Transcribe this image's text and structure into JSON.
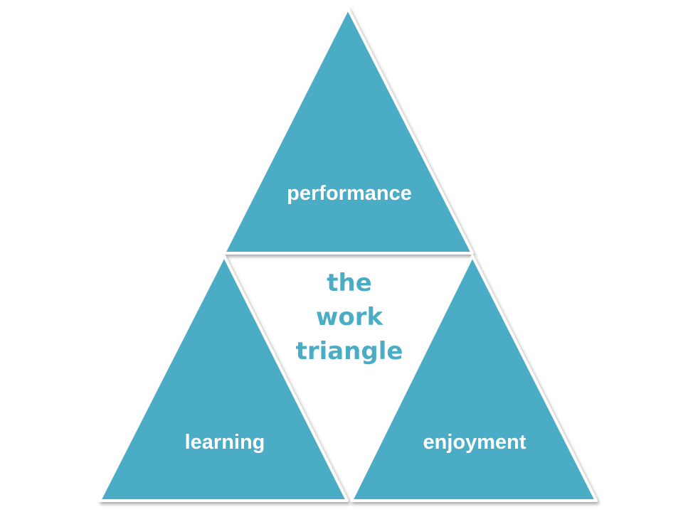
{
  "diagram": {
    "colors": {
      "fill": "#4BACC6",
      "stroke": "#ffffff",
      "center_text": "#4BACC6"
    },
    "triangles": {
      "top": {
        "label": "performance"
      },
      "left": {
        "label": "learning"
      },
      "right": {
        "label": "enjoyment"
      }
    },
    "center": {
      "lines": [
        "the",
        "work",
        "triangle"
      ]
    }
  }
}
